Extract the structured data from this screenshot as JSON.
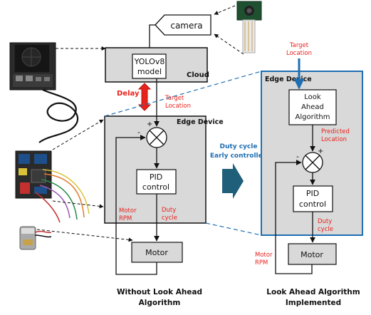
{
  "labels": {
    "camera": "camera",
    "model": [
      "YOLOv8",
      "model"
    ],
    "cloud": "Cloud",
    "delay": "Delay",
    "target_location": [
      "Target",
      "Location"
    ],
    "edge_device": "Edge Device",
    "pid": [
      "PID",
      "control"
    ],
    "motor_rpm": [
      "Motor",
      "RPM"
    ],
    "duty_cycle": [
      "Duty",
      "cycle"
    ],
    "motor": "Motor",
    "plus": "+",
    "minus": "-",
    "transition": [
      "Duty cycle",
      "Early controlled"
    ],
    "look_ahead": [
      "Look",
      "Ahead",
      "Algorithm"
    ],
    "predicted_location": [
      "Predicted",
      "Location"
    ]
  },
  "captions": {
    "left": [
      "Without Look Ahead",
      "Algorithm"
    ],
    "right": [
      "Look Ahead Algorithm",
      "Implemented"
    ]
  },
  "hardware_icons": [
    "camera-module-icon",
    "jetson-board-icon",
    "motor-driver-board-icon",
    "dc-motor-icon"
  ],
  "colors": {
    "accent_red": "#e8221d",
    "accent_blue": "#1f6fb2",
    "arrow_teal": "#1f5f7a",
    "box_gray": "#d9d9d9",
    "black": "#111111"
  }
}
